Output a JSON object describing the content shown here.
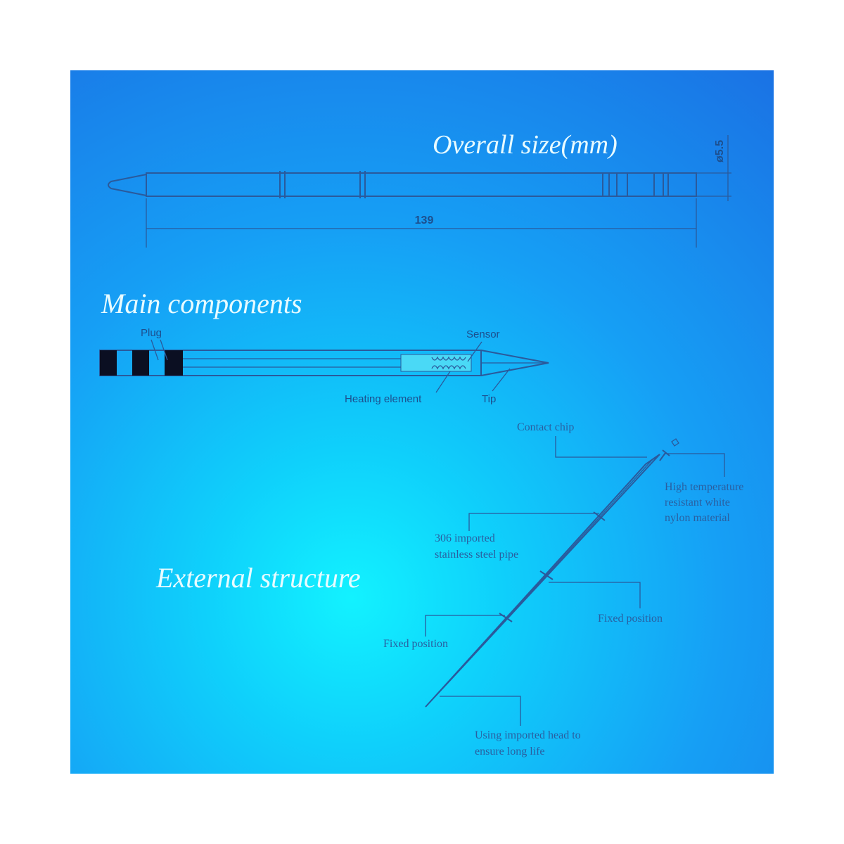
{
  "sections": {
    "overall_size": {
      "title": "Overall size(mm)",
      "length": "139",
      "diameter": "ø5.5"
    },
    "main_components": {
      "title": "Main components",
      "labels": {
        "plug": "Plug",
        "sensor": "Sensor",
        "heating_element": "Heating element",
        "tip": "Tip"
      }
    },
    "external_structure": {
      "title": "External structure",
      "labels": {
        "contact_chip": "Contact chip",
        "nylon_line1": "High temperature",
        "nylon_line2": "resistant white",
        "nylon_line3": "nylon material",
        "pipe_line1": "306 imported",
        "pipe_line2": "stainless steel pipe",
        "fixed_right": "Fixed position",
        "fixed_left": "Fixed position",
        "head_line1": "Using imported head to",
        "head_line2": "ensure long life"
      }
    }
  },
  "colors": {
    "line": "#2a5a9c",
    "title_text": "#e8fbff",
    "background_center": "#12f2ff",
    "background_edge": "#1a72e4"
  }
}
